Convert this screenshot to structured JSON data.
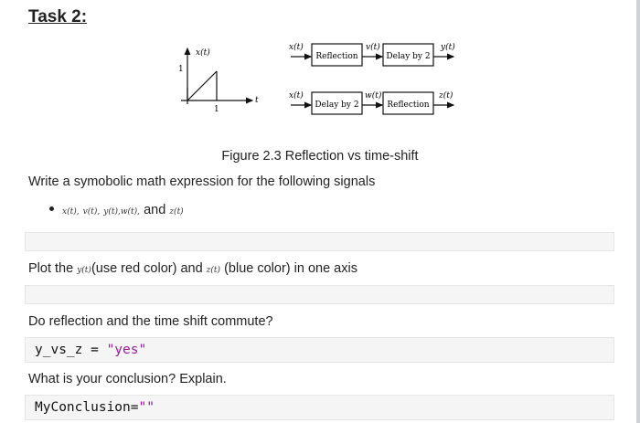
{
  "task_title": "Task 2:",
  "figure": {
    "plot": {
      "y_label": "x(t)",
      "x_label": "t",
      "tick_y": "1",
      "tick_x": "1"
    },
    "top_chain": {
      "input": "x(t)",
      "block1": "Reflection",
      "mid": "v(t)",
      "block2": "Delay by 2",
      "output": "y(t)"
    },
    "bottom_chain": {
      "input": "x(t)",
      "block1": "Delay by 2",
      "mid": "w(t)",
      "block2": "Reflection",
      "output": "z(t)"
    }
  },
  "caption": "Figure 2.3 Reflection vs time-shift",
  "q1": {
    "text": "Write a symobolic math expression for the following signals",
    "bullet": {
      "s1": "x(t),",
      "s2": "v(t),",
      "s3": "y(t),",
      "s4": "w(t),",
      "and": "and",
      "s5": "z(t)"
    }
  },
  "q2": {
    "pre": "Plot the",
    "sym1": "y(t)",
    "mid": "(use red color) and",
    "sym2": "z(t)",
    "post": "(blue color) in one axis"
  },
  "q3": {
    "text": "Do reflection and the time shift commute?",
    "code_var": "y_vs_z = ",
    "code_val": "\"yes\""
  },
  "q4": {
    "text": "What is your conclusion? Explain.",
    "code_var": "MyConclusion=",
    "code_val": "\"\""
  }
}
